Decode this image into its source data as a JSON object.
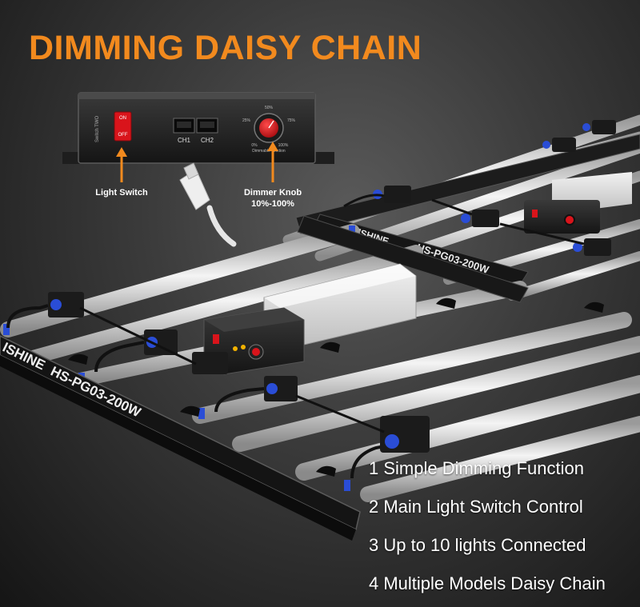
{
  "title": "DIMMING DAISY CHAIN",
  "controller": {
    "switch_label": "Switch TWO",
    "switch_on": "ON",
    "switch_off": "OFF",
    "port_1": "CH1",
    "port_2": "CH2",
    "knob_min": "0%",
    "knob_25": "25%",
    "knob_50": "50%",
    "knob_75": "75%",
    "knob_max": "100%",
    "knob_label": "Dimmable function"
  },
  "callouts": {
    "light_switch": "Light Switch",
    "dimmer_knob_line1": "Dimmer Knob",
    "dimmer_knob_line2": "10%-100%"
  },
  "fixtures": {
    "brand": "HISHINE",
    "brand_partial": "ISHINE",
    "model": "HS-PG03-200W"
  },
  "features": [
    "1 Simple Dimming Function",
    "2 Main Light Switch Control",
    "3 Up to 10 lights Connected",
    "4 Multiple Models Daisy Chain"
  ],
  "colors": {
    "accent": "#f28a1e",
    "switch_red": "#d9141b",
    "connector_blue": "#2a4dd6"
  }
}
